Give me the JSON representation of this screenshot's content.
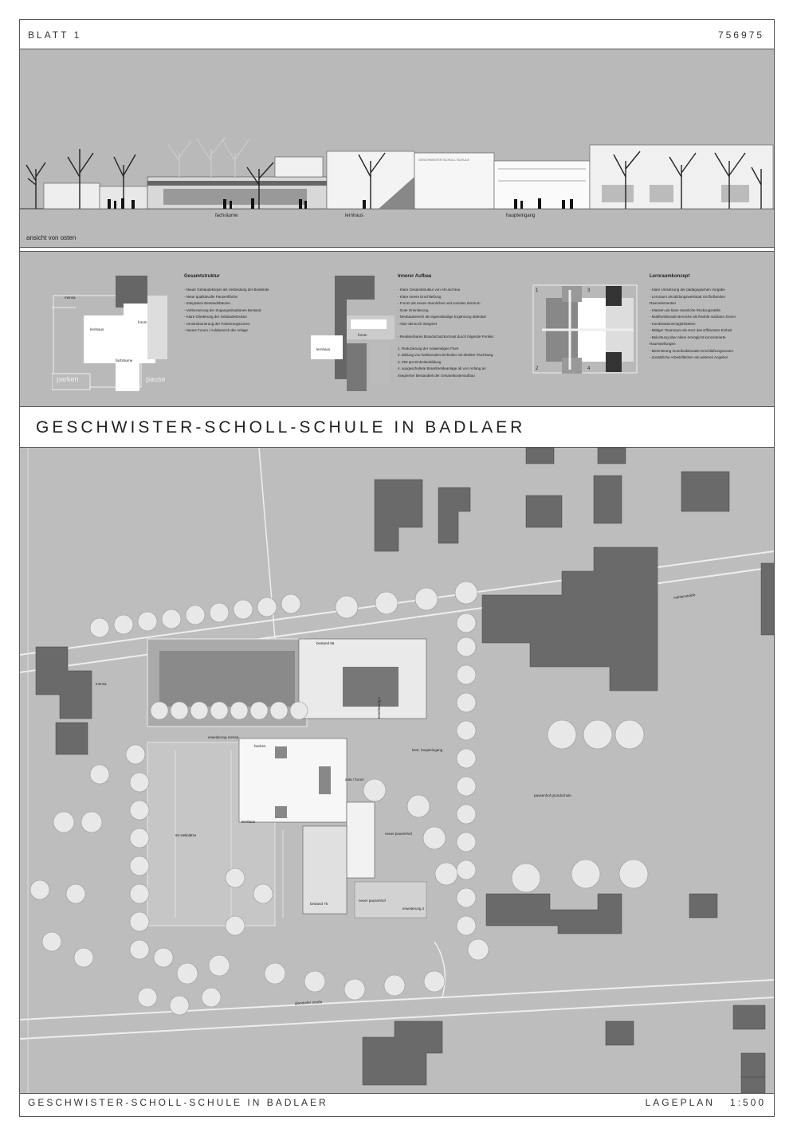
{
  "header": {
    "sheet_label": "BLATT 1",
    "number": "756975"
  },
  "elevation": {
    "caption": "ansicht von osten",
    "labels": {
      "fachraeume": "fachräume",
      "lernhaus": "lernhaus",
      "haupteingang": "haupteingang",
      "facade_sign": "GESCHWISTER SCHOLL SCHULE"
    }
  },
  "diagrams": {
    "gesamtstruktur": {
      "title": "Gesamtstruktur",
      "items": [
        "- Neuer Gebäudekörper als Verbindung der Bestände",
        "- Neue qualitätvolle Pausenfläche",
        "- Integration Bestandsbäume",
        "- Verbesserung der Zugangssituationen Bestand",
        "- Klare Gliederung der Gebäudestruktur",
        "- Umstrukturierung der Parkierungszonen",
        "- Neues Forum / Aulabereich der Anlage"
      ],
      "plan_labels": {
        "mensa": "mensa",
        "lernhaus": "lernhaus",
        "forum": "forum",
        "fachraeume": "fachräume",
        "parken": "parken",
        "pause": "pause"
      }
    },
    "innerer_aufbau": {
      "title": "Innerer Aufbau",
      "items": [
        "- Klare Gesamtstruktur von Alt und Neu",
        "- Klare innere Erschließung",
        "- Forum als neues räumliches und soziales Zentrum",
        "- Gute Orientierung",
        "- Neubaubereich als eigenständige Ergänzung ablesbar",
        "- Aber dennoch integriert",
        "- Realisierbares Brandschutzkonzept durch folgende Punkte:",
        "1. Reduzierung der notwendigen Flure",
        "2. Bildung von funktionalen Einheiten mit direkter Fluchtweg",
        "3. 250 qm Einheitenbildung",
        "4. ausgeschaltete Brandmeldeanlage ab von Anfang an",
        "integrierter Bestandteil der Gesamtkostenaufbau"
      ],
      "plan_labels": {
        "lernhaus": "lernhaus",
        "forum": "forum"
      }
    },
    "lernraumkonzept": {
      "title": "Lernraumkonzept",
      "items": [
        "- Klare Umsetzung der pädagogischen Vorgabe",
        "- Lernraum als Bildungswerkstatt mit fließenden",
        "Raumelementen",
        "- Klassen als klare räumliche Rückzugsstelle",
        "- Multifunktionale Bereiche als flexible nutzbare Zonen",
        "- Kombinationsmöglichkeiten",
        "- Mittiger Teamraum als Herz des Effizienten Einheit",
        "- Belichtung über Allem ermöglicht konzentrierte",
        "Raumstellungen",
        "- Minimierung monofunktionaler Erschließungszonen",
        "- Zusätzliche Arbeitsflächen als weiteres Angebot"
      ],
      "plan_labels": {
        "n1": "1",
        "n2": "2",
        "n3": "3",
        "n4": "4"
      }
    }
  },
  "title_bar": {
    "title": "GESCHWISTER-SCHOLL-SCHULE IN BADLAER"
  },
  "site_plan": {
    "labels": {
      "muehlenstrasse": "mühlenstraße",
      "glandorfer_strasse": "glandorfer straße",
      "mensa": "mensa",
      "bestand_96": "bestand 96",
      "bestand_76": "bestand 76",
      "aula_forum": "aula / forum",
      "lernhaus": "lernhaus",
      "erweiterung_1": "erweiterung 1",
      "erweiterung_2": "erweiterung 2",
      "erweiterung_mensa": "erweiterung mensa",
      "hecken": "hecken",
      "best_haupteingang": "best. haupteingang",
      "pausenhof_grundschule": "pausenhof grundschule",
      "neuer_pausenhof": "neuer pausenhof",
      "neuer_pausenhof_2": "neuer pausenhof",
      "stellplaetze": "60 stellplätze"
    }
  },
  "footer": {
    "title": "GESCHWISTER-SCHOLL-SCHULE IN BADLAER",
    "scale": "LAGEPLAN   1:500"
  }
}
